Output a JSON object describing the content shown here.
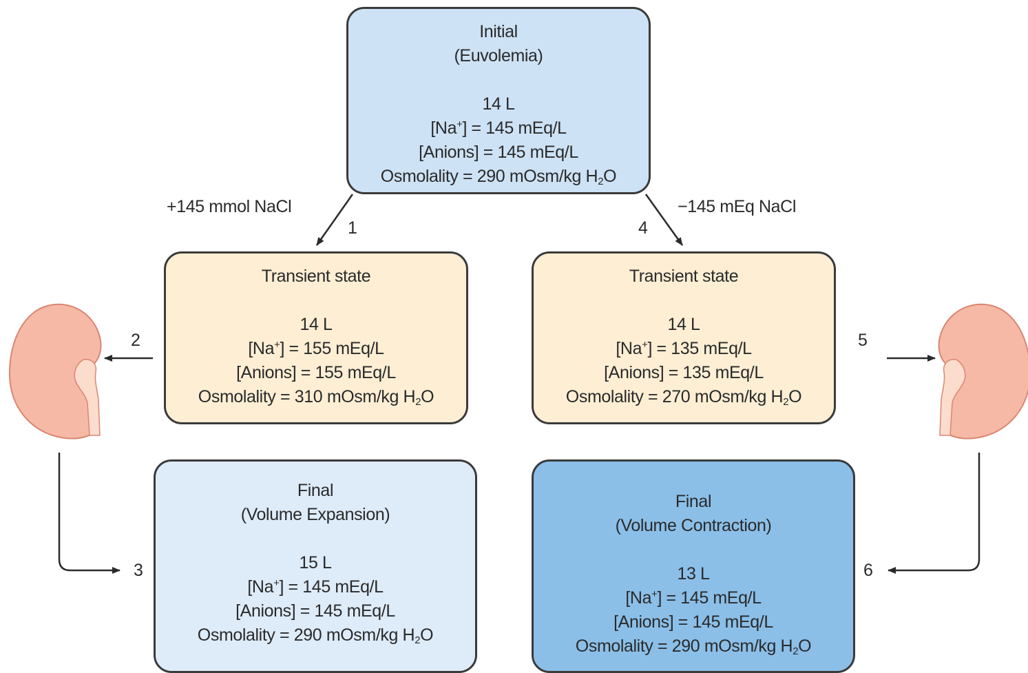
{
  "initial": {
    "title": "Initial",
    "subtitle": "(Euvolemia)",
    "volume": "14 L",
    "na": "] = 145 mEq/L",
    "anions": "[Anions] = 145 mEq/L",
    "osm": "Osmolality = 290 mOsm/kg H",
    "osm_sub": "2",
    "osm_end": "O"
  },
  "transient_left": {
    "title": "Transient state",
    "volume": "14 L",
    "na": "] = 155 mEq/L",
    "anions": "[Anions] = 155 mEq/L",
    "osm": "Osmolality = 310 mOsm/kg H",
    "osm_sub": "2",
    "osm_end": "O"
  },
  "transient_right": {
    "title": "Transient state",
    "volume": "14 L",
    "na": "] = 135 mEq/L",
    "anions": "[Anions] = 135 mEq/L",
    "osm": "Osmolality = 270 mOsm/kg H",
    "osm_sub": "2",
    "osm_end": "O"
  },
  "final_left": {
    "title": "Final",
    "subtitle": "(Volume Expansion)",
    "volume": "15 L",
    "na": "] = 145 mEq/L",
    "anions": "[Anions] = 145 mEq/L",
    "osm": "Osmolality = 290 mOsm/kg H",
    "osm_sub": "2",
    "osm_end": "O"
  },
  "final_right": {
    "title": "Final",
    "subtitle": "(Volume Contraction)",
    "volume": "13 L",
    "na": "] = 145 mEq/L",
    "anions": "[Anions] = 145 mEq/L",
    "osm": "Osmolality = 290 mOsm/kg H",
    "osm_sub": "2",
    "osm_end": "O"
  },
  "na_prefix": "[Na",
  "na_sup": "+",
  "labels": {
    "add_nacl": "+145 mmol NaCl",
    "remove_nacl": "−145 mEq NaCl",
    "step1": "1",
    "step2": "2",
    "step3": "3",
    "step4": "4",
    "step5": "5",
    "step6": "6"
  },
  "colors": {
    "initial_fill": "#cde2f5",
    "transient_fill": "#fdeed4",
    "final_expansion_fill": "#deebf8",
    "final_contraction_fill": "#8bbfe8",
    "kidney_fill": "#f6b9a6",
    "kidney_outline": "#d98672",
    "border": "#3a3a3a"
  },
  "icons": [
    "kidney-icon",
    "kidney-icon"
  ]
}
